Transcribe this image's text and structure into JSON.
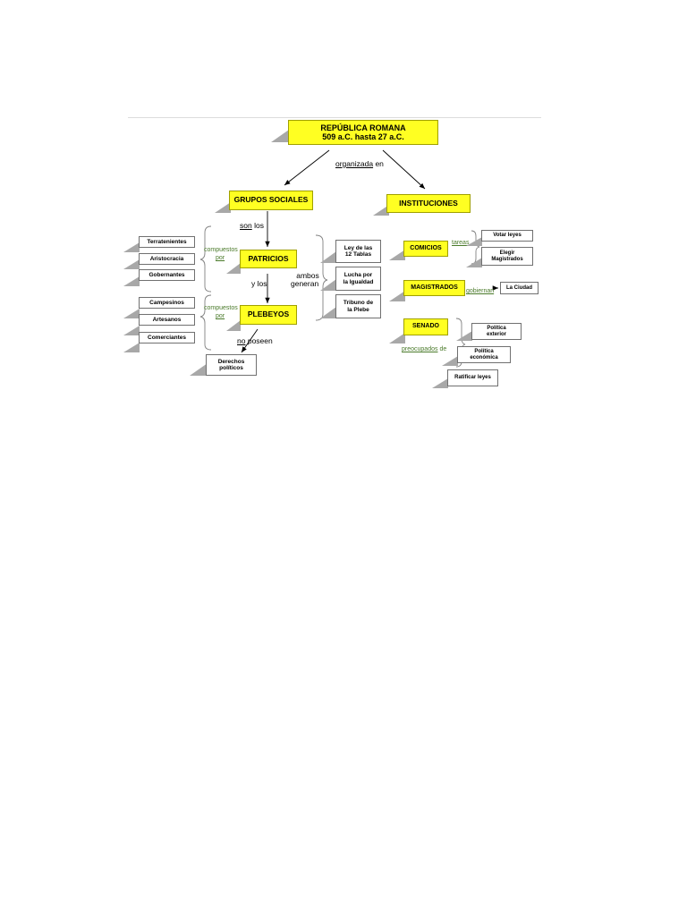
{
  "root": {
    "line1": "REPÚBLICA ROMANA",
    "line2": "509 a.C. hasta 27 a.C."
  },
  "labels": {
    "organizada": "organizada",
    "en": "en",
    "son": "son",
    "los": "los",
    "compuestos1": "compuestos",
    "por1": "por",
    "y_los": "y los",
    "compuestos2": "compuestos",
    "por2": "por",
    "ambos": "ambos",
    "generan": "generan",
    "no": "no",
    "poseen": "poseen",
    "tareas": "tareas",
    "gobiernan": "gobiernan",
    "preocupados": "preocupados",
    "de": "de"
  },
  "nodes": {
    "grupos_sociales": "GRUPOS SOCIALES",
    "instituciones": "INSTITUCIONES",
    "patricios": "PATRICIOS",
    "plebeyos": "PLEBEYOS",
    "comicios": "COMICIOS",
    "magistrados": "MAGISTRADOS",
    "senado": "SENADO"
  },
  "patricios_items": [
    "Terratenientes",
    "Aristocracia",
    "Gobernantes"
  ],
  "plebeyos_items": [
    "Campesinos",
    "Artesanos",
    "Comerciantes"
  ],
  "generan_items": [
    {
      "line1": "Ley de las",
      "line2": "12 Tablas"
    },
    {
      "line1": "Lucha por",
      "line2": "la Igualdad"
    },
    {
      "line1": "Tribuno de",
      "line2": "la Plebe"
    }
  ],
  "derechos": {
    "line1": "Derechos",
    "line2": "políticos"
  },
  "comicios_items": [
    {
      "line1": "Votar leyes",
      "line2": ""
    },
    {
      "line1": "Elegir",
      "line2": "Magistrados"
    }
  ],
  "magistrados_item": "La Ciudad",
  "senado_items": [
    {
      "line1": "Política",
      "line2": "exterior"
    },
    {
      "line1": "Política",
      "line2": "económica"
    },
    {
      "line1": "Ratificar leyes",
      "line2": ""
    }
  ],
  "colors": {
    "node_fill": "#ffff22",
    "shadow": "#a8a8a8",
    "link_label": "#4a7a2a"
  }
}
